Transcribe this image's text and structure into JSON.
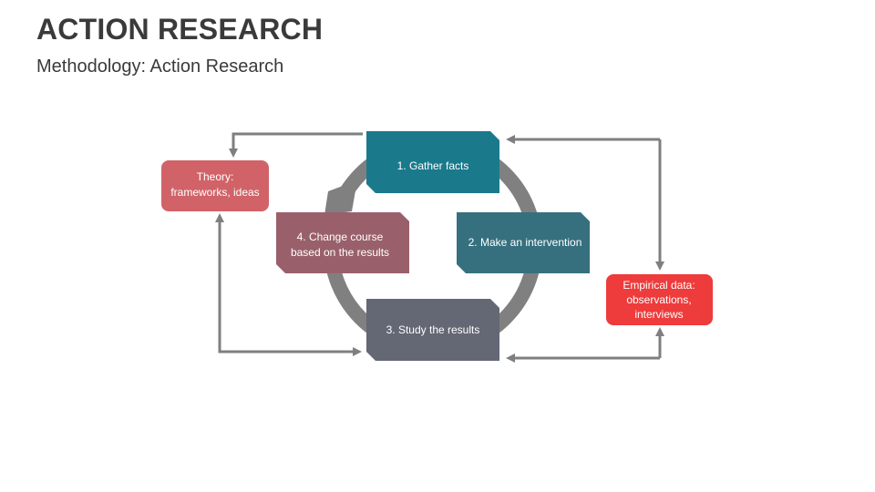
{
  "header": {
    "title": "ACTION RESEARCH",
    "subtitle": "Methodology: Action Research"
  },
  "steps": [
    {
      "label": "1. Gather facts",
      "color": "#1a7a8c"
    },
    {
      "label": "2. Make an intervention",
      "color": "#36707f"
    },
    {
      "label": "3. Study the results",
      "color": "#646774"
    },
    {
      "lines": [
        "4. Change course",
        "based on the results"
      ],
      "color": "#99606b"
    }
  ],
  "theory": {
    "lines": [
      "Theory:",
      "frameworks, ideas"
    ],
    "color": "#d16368"
  },
  "empirical": {
    "lines": [
      "Empirical data:",
      "observations,",
      "interviews"
    ],
    "color": "#ee3b3b"
  },
  "colors": {
    "cycle_arrow": "#808080",
    "connector": "#7f7f7f"
  }
}
